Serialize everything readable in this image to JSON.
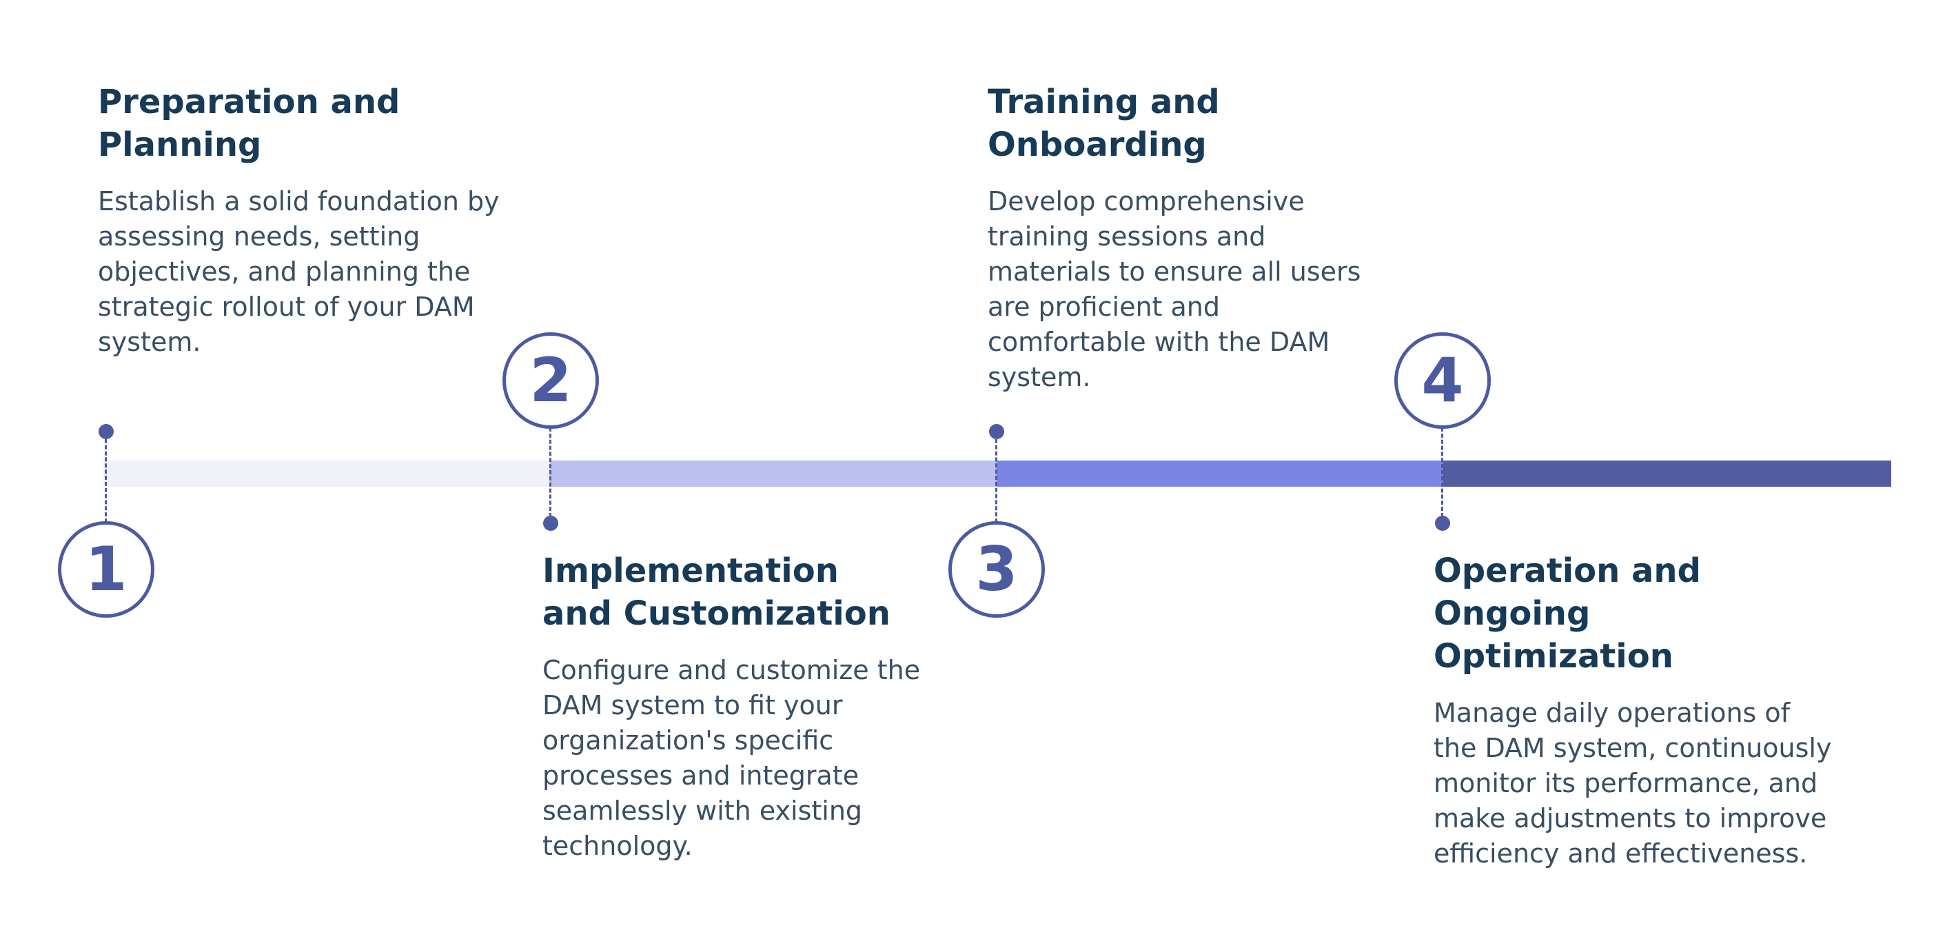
{
  "colors": {
    "bar_segments": [
      "#f0f0f9",
      "#bcc0f0",
      "#7a86e4",
      "#515d9e"
    ],
    "accent": "#4c5aa0",
    "title": "#173a56",
    "body": "#3a4e63"
  },
  "steps": [
    {
      "number": "1",
      "title_lines": [
        "Preparation and",
        "Planning"
      ],
      "desc_lines": [
        "Establish a solid foundation by",
        "assessing needs, setting",
        "objectives, and planning the",
        "strategic rollout of your DAM",
        "system."
      ]
    },
    {
      "number": "2",
      "title_lines": [
        "Implementation",
        "and Customization"
      ],
      "desc_lines": [
        "Configure and customize the",
        "DAM system to fit your",
        "organization's specific",
        "processes and integrate",
        "seamlessly with existing",
        "technology."
      ]
    },
    {
      "number": "3",
      "title_lines": [
        "Training and",
        "Onboarding"
      ],
      "desc_lines": [
        "Develop comprehensive",
        "training sessions and",
        "materials to ensure all users",
        "are proficient and",
        "comfortable with the DAM",
        "system."
      ]
    },
    {
      "number": "4",
      "title_lines": [
        "Operation and",
        "Ongoing",
        "Optimization"
      ],
      "desc_lines": [
        "Manage daily operations of",
        "the DAM system, continuously",
        "monitor its performance, and",
        "make adjustments to improve",
        "efficiency and effectiveness."
      ]
    }
  ]
}
